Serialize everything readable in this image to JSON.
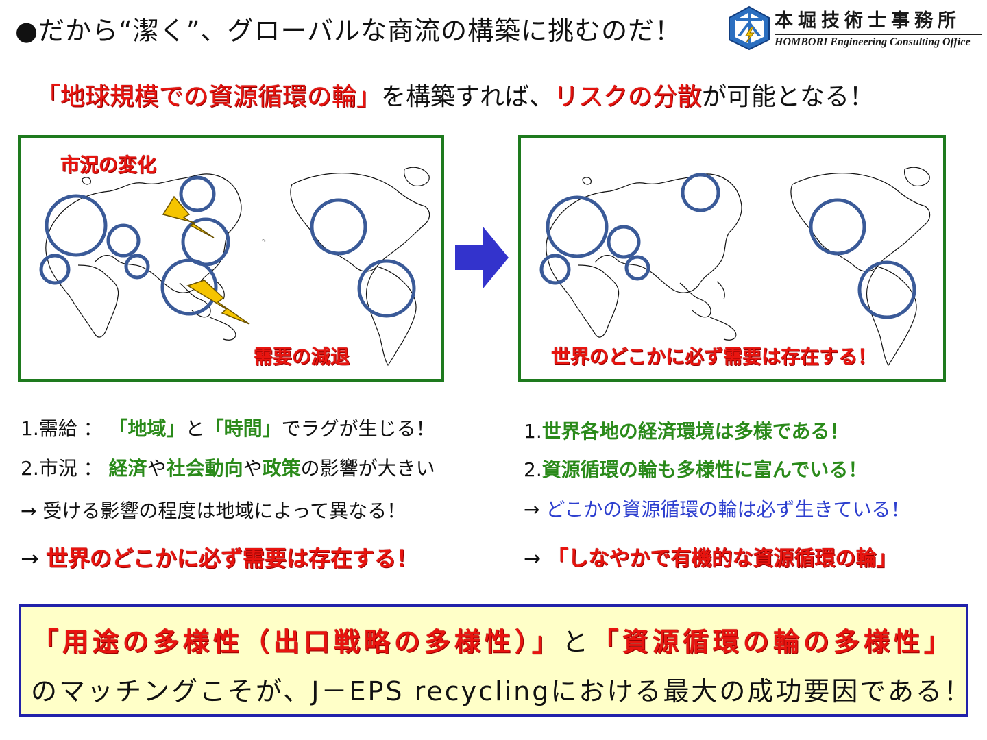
{
  "title": "●だから“潔く”、グローバルな商流の構築に挑むのだ！",
  "logo": {
    "name_jp": "本堀技術士事務所",
    "name_en": "HOMBORI Engineering Consulting Office"
  },
  "subtitle": {
    "part1": "「地球規模での資源循環の輪」",
    "part2": "を構築すれば、",
    "part3": "リスクの分散",
    "part4": "が可能となる！"
  },
  "left_panel": {
    "label_top": "市況の変化",
    "label_bottom": "需要の減退"
  },
  "right_panel": {
    "label_bottom": "世界のどこかに必ず需要は存在する！"
  },
  "left_list": {
    "item1": {
      "num": "1.",
      "head": "需給 ：",
      "k1": "「地域」",
      "t1": "と",
      "k2": "「時間」",
      "t2": "でラグが生じる！"
    },
    "item2": {
      "num": "2.",
      "head": "市況 ：",
      "k1": "経済",
      "t1": "や",
      "k2": "社会動向",
      "t2": "や",
      "k3": "政策",
      "t3": "の影響が大きい"
    },
    "item3": {
      "arrow": "→",
      "text": "受ける影響の程度は地域によって異なる！"
    },
    "item4": {
      "arrow": "→",
      "text": "世界のどこかに必ず需要は存在する！"
    }
  },
  "right_list": {
    "item1": {
      "num": "1.",
      "text": "世界各地の経済環境は多様である！"
    },
    "item2": {
      "num": "2.",
      "text": "資源循環の輪も多様性に富んでいる！"
    },
    "item3": {
      "arrow": "→",
      "text": "どこかの資源循環の輪は必ず生きている！"
    },
    "item4": {
      "arrow": "→",
      "text": "「しなやかで有機的な資源循環の輪」"
    }
  },
  "conclusion": {
    "part1": "「用途の多様性（出口戦略の多様性）」",
    "part2": "と",
    "part3": "「資源循環の輪の多様性」",
    "line2": "のマッチングこそが、J－EPS recyclingにおける最大の成功要因である！"
  },
  "colors": {
    "red": "#e8140f",
    "green": "#2a8a1a",
    "blue": "#2d3fcf",
    "panel_border": "#1e7a1e",
    "circle": "#3a5a98",
    "lightning": "#f5c400",
    "arrow": "#3333cc",
    "box_bg": "#ffffc8",
    "box_border": "#2222aa"
  }
}
